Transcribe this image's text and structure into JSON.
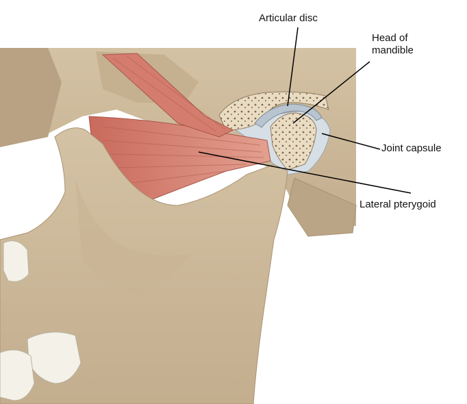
{
  "labels": {
    "articular_disc": "Articular disc",
    "head_of_mandible_line1": "Head of",
    "head_of_mandible_line2": "mandible",
    "joint_capsule": "Joint capsule",
    "lateral_pterygoid": "Lateral pterygoid"
  },
  "colors": {
    "bone": "#cdb99a",
    "bone_shadow": "#b09a7b",
    "bone_dark": "#8f7a5e",
    "muscle": "#cc7466",
    "muscle_light": "#e0998a",
    "capsule": "#d9e2e8",
    "disc": "#aab7c2",
    "teeth": "#f4f1e8",
    "leader_line": "#000000"
  }
}
